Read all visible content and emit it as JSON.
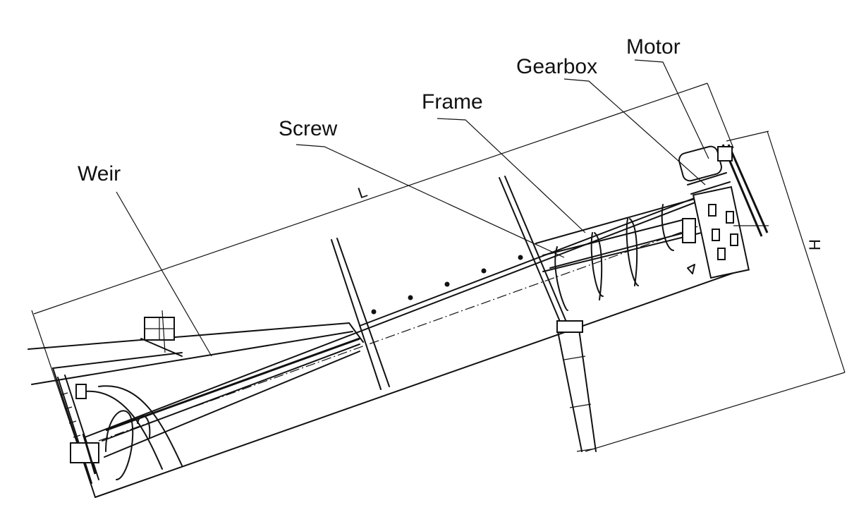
{
  "labels": {
    "weir": "Weir",
    "screw": "Screw",
    "frame": "Frame",
    "gearbox": "Gearbox",
    "motor": "Motor"
  },
  "dimensions": {
    "length": "L",
    "height": "H"
  }
}
